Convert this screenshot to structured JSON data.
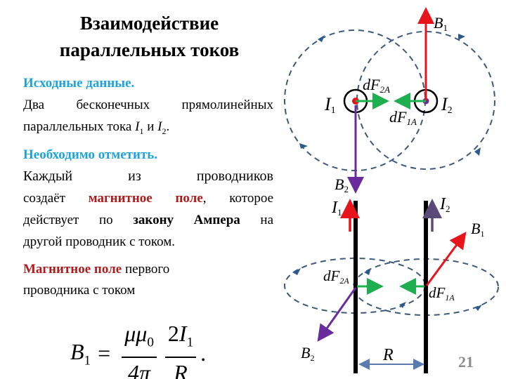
{
  "title": {
    "line1": "Взаимодействие",
    "line2": "параллельных токов"
  },
  "initial": {
    "heading": "Исходные данные.",
    "line1": "Два бесконечных прямолинейных",
    "line2_pre": "параллельных тока ",
    "and": " и ",
    "period": "."
  },
  "note": {
    "heading": "Необходимо отметить.",
    "line1": "Каждый из проводников",
    "created": "создаёт ",
    "magnetic_field": "магнитное поле",
    "which": ", которое",
    "acts": "действует по ",
    "ampere_law": "закону Ампера",
    "on": " на",
    "line4": "другой проводник с током."
  },
  "field": {
    "magnetic_field": "Магнитное поле",
    "rest1": " первого",
    "line2": "проводника с током"
  },
  "formula": {
    "lhs": "B",
    "lhs_sub": "1",
    "eq": "=",
    "num1": "μμ",
    "num1_sub": "0",
    "den1": "4π",
    "num2": "2I",
    "num2_sub": "1",
    "den2": "R",
    "dot": "."
  },
  "symbols": {
    "I": "I",
    "sub1": "1",
    "sub2": "2",
    "B": "B",
    "dF": "dF",
    "sub2A": "2A",
    "sub1A": "1A",
    "R": "R"
  },
  "colors": {
    "field_line": "#3c5a7a",
    "B1": "#e8141c",
    "B2": "#6a2c9c",
    "force": "#1fae50",
    "heading": "#1ea3dc"
  },
  "page_number": "21"
}
